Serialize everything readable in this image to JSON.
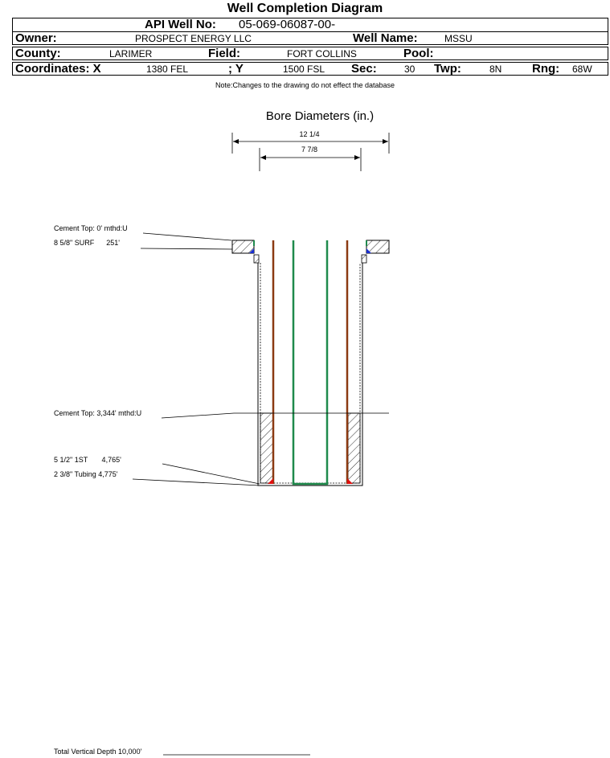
{
  "header": {
    "title": "Well Completion Diagram",
    "api_label": "API Well No:",
    "api_value": "05-069-06087-00-",
    "owner_label": "Owner:",
    "owner_value": "PROSPECT ENERGY LLC",
    "well_name_label": "Well Name:",
    "well_name_value": "MSSU",
    "county_label": "County:",
    "county_value": "LARIMER",
    "field_label": "Field:",
    "field_value": "FORT COLLINS",
    "pool_label": "Pool:",
    "pool_value": "",
    "coord_x_label": "Coordinates: X",
    "coord_x_value": "1380 FEL",
    "coord_y_label": "; Y",
    "coord_y_value": "1500 FSL",
    "sec_label": "Sec:",
    "sec_value": "30",
    "twp_label": "Twp:",
    "twp_value": "8N",
    "rng_label": "Rng:",
    "rng_value": "68W"
  },
  "note": "Note:Changes to the drawing do not effect the database",
  "bore": {
    "title": "Bore Diameters (in.)",
    "outer": "12 1/4",
    "inner": "7 7/8"
  },
  "annotations": {
    "cement_top_1": "Cement Top: 0' mthd:U",
    "surf_casing": "8 5/8\" SURF      251'",
    "cement_top_2": "Cement Top: 3,344' mthd:U",
    "prod_casing": "5 1/2\" 1ST       4,765'",
    "tubing": "2 3/8\" Tubing 4,775'",
    "tvd": "Total Vertical Depth 10,000'"
  },
  "colors": {
    "casing": "#8b3a12",
    "tubing": "#1f8a4c",
    "shoe": "#e01010",
    "surf_shoe": "#1a2fd0"
  }
}
